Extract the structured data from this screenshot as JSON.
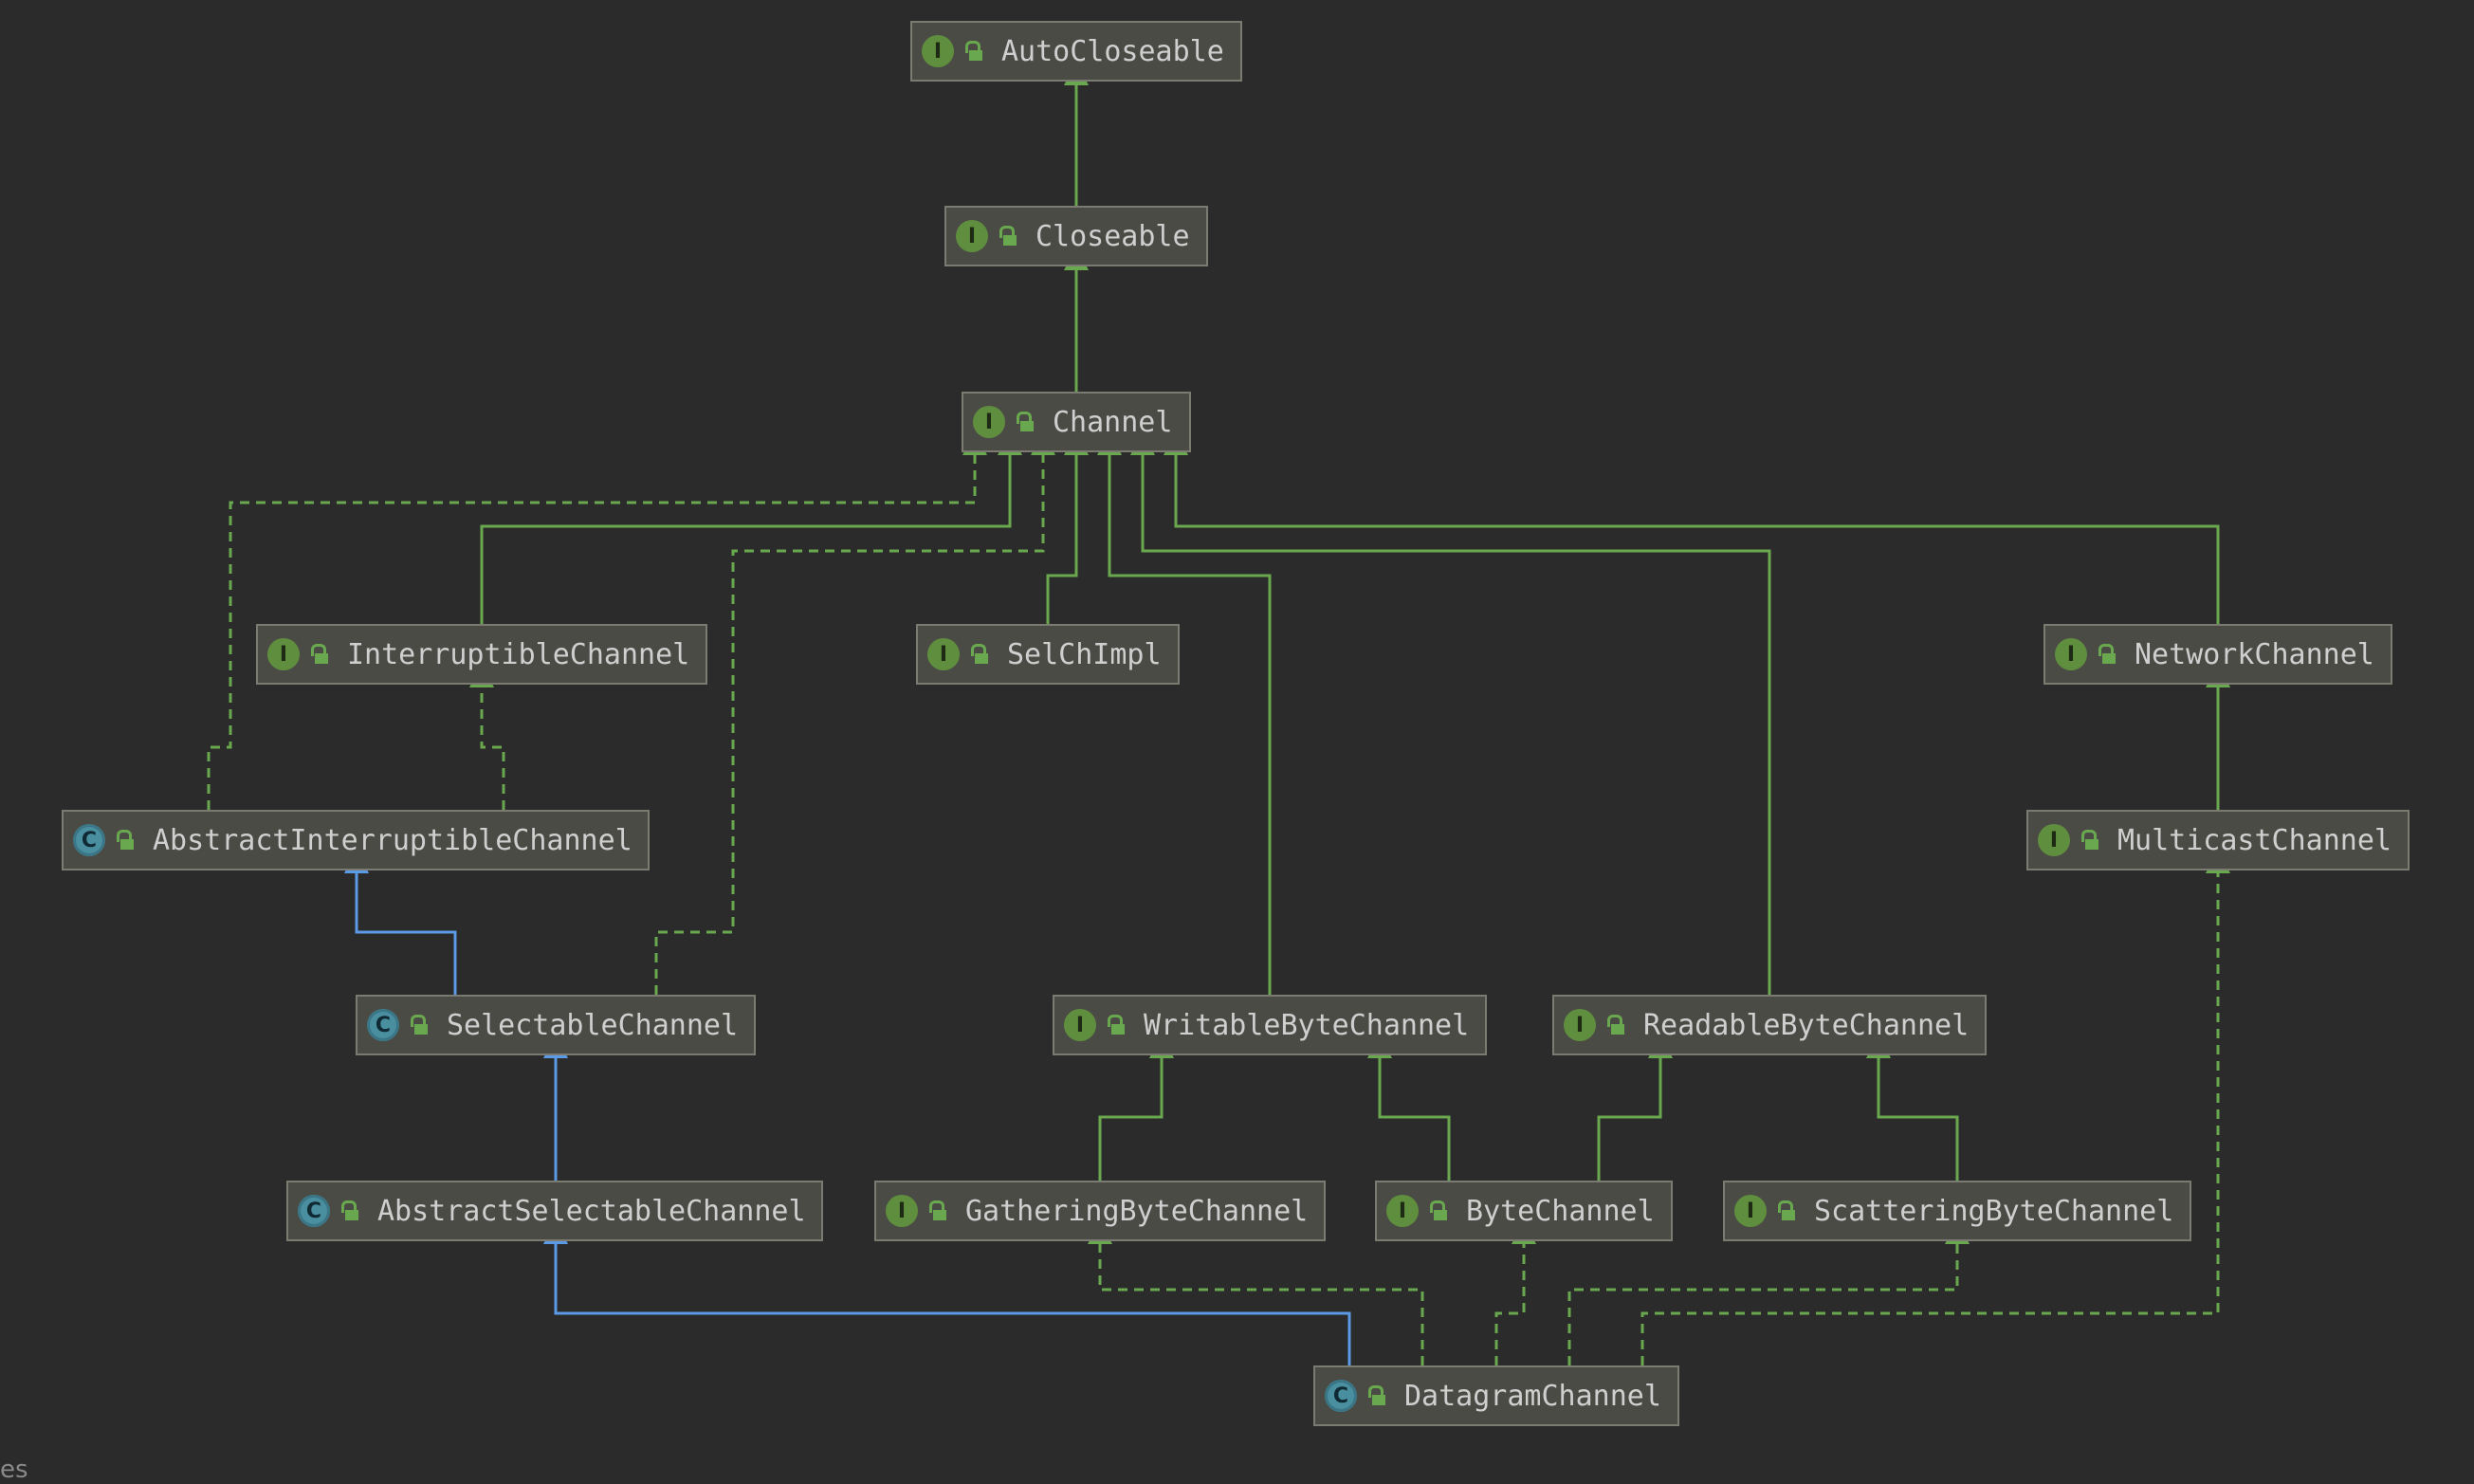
{
  "colors": {
    "background": "#2b2b2b",
    "interface_edge": "#6aa84f",
    "class_edge": "#5b9ae6"
  },
  "nodes": [
    {
      "id": "autocloseable",
      "label": "AutoCloseable",
      "kind": "I",
      "icon": "interface-icon"
    },
    {
      "id": "closeable",
      "label": "Closeable",
      "kind": "I",
      "icon": "interface-icon"
    },
    {
      "id": "channel",
      "label": "Channel",
      "kind": "I",
      "icon": "interface-icon"
    },
    {
      "id": "interruptiblechannel",
      "label": "InterruptibleChannel",
      "kind": "I",
      "icon": "interface-icon"
    },
    {
      "id": "selchimpl",
      "label": "SelChImpl",
      "kind": "I",
      "icon": "interface-icon"
    },
    {
      "id": "networkchannel",
      "label": "NetworkChannel",
      "kind": "I",
      "icon": "interface-icon"
    },
    {
      "id": "abstractinterruptiblechannel",
      "label": "AbstractInterruptibleChannel",
      "kind": "C",
      "icon": "class-icon"
    },
    {
      "id": "multicastchannel",
      "label": "MulticastChannel",
      "kind": "I",
      "icon": "interface-icon"
    },
    {
      "id": "selectablechannel",
      "label": "SelectableChannel",
      "kind": "C",
      "icon": "class-icon"
    },
    {
      "id": "writablebytechannel",
      "label": "WritableByteChannel",
      "kind": "I",
      "icon": "interface-icon"
    },
    {
      "id": "readablebytechannel",
      "label": "ReadableByteChannel",
      "kind": "I",
      "icon": "interface-icon"
    },
    {
      "id": "abstractselectablechannel",
      "label": "AbstractSelectableChannel",
      "kind": "C",
      "icon": "class-icon"
    },
    {
      "id": "gatheringbytechannel",
      "label": "GatheringByteChannel",
      "kind": "I",
      "icon": "interface-icon"
    },
    {
      "id": "bytechannel",
      "label": "ByteChannel",
      "kind": "I",
      "icon": "interface-icon"
    },
    {
      "id": "scatteringbytechannel",
      "label": "ScatteringByteChannel",
      "kind": "I",
      "icon": "interface-icon"
    },
    {
      "id": "datagramchannel",
      "label": "DatagramChannel",
      "kind": "C",
      "icon": "class-icon"
    }
  ],
  "edges": [
    {
      "from": "closeable",
      "to": "autocloseable",
      "type": "extends"
    },
    {
      "from": "channel",
      "to": "closeable",
      "type": "extends"
    },
    {
      "from": "abstractinterruptiblechannel",
      "to": "channel",
      "type": "implements"
    },
    {
      "from": "interruptiblechannel",
      "to": "channel",
      "type": "extends"
    },
    {
      "from": "selectablechannel",
      "to": "channel",
      "type": "implements"
    },
    {
      "from": "selchimpl",
      "to": "channel",
      "type": "extends"
    },
    {
      "from": "writablebytechannel",
      "to": "channel",
      "type": "extends"
    },
    {
      "from": "readablebytechannel",
      "to": "channel",
      "type": "extends"
    },
    {
      "from": "networkchannel",
      "to": "channel",
      "type": "extends"
    },
    {
      "from": "abstractinterruptiblechannel",
      "to": "interruptiblechannel",
      "type": "implements"
    },
    {
      "from": "selectablechannel",
      "to": "abstractinterruptiblechannel",
      "type": "class-extends"
    },
    {
      "from": "abstractselectablechannel",
      "to": "selectablechannel",
      "type": "class-extends"
    },
    {
      "from": "multicastchannel",
      "to": "networkchannel",
      "type": "extends"
    },
    {
      "from": "gatheringbytechannel",
      "to": "writablebytechannel",
      "type": "extends"
    },
    {
      "from": "bytechannel",
      "to": "writablebytechannel",
      "type": "extends"
    },
    {
      "from": "bytechannel",
      "to": "readablebytechannel",
      "type": "extends"
    },
    {
      "from": "scatteringbytechannel",
      "to": "readablebytechannel",
      "type": "extends"
    },
    {
      "from": "datagramchannel",
      "to": "abstractselectablechannel",
      "type": "class-extends"
    },
    {
      "from": "datagramchannel",
      "to": "gatheringbytechannel",
      "type": "implements"
    },
    {
      "from": "datagramchannel",
      "to": "bytechannel",
      "type": "implements"
    },
    {
      "from": "datagramchannel",
      "to": "scatteringbytechannel",
      "type": "implements"
    },
    {
      "from": "datagramchannel",
      "to": "multicastchannel",
      "type": "implements"
    }
  ],
  "footer": {
    "partial_text": "es"
  }
}
